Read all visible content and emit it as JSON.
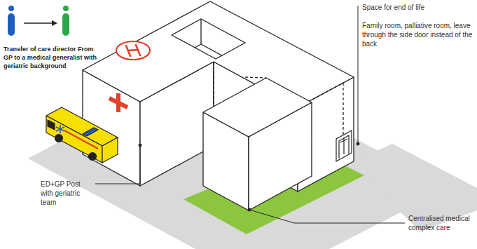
{
  "diagram": {
    "labels": [
      "Transfer of care director From GP to a medical generalist with geriatric background",
      "Space for end of life",
      "Family room, palliative room, leave through the side door instead of the back",
      "ED+GP Post with geriatric team",
      "Centralised medical complex care"
    ]
  }
}
